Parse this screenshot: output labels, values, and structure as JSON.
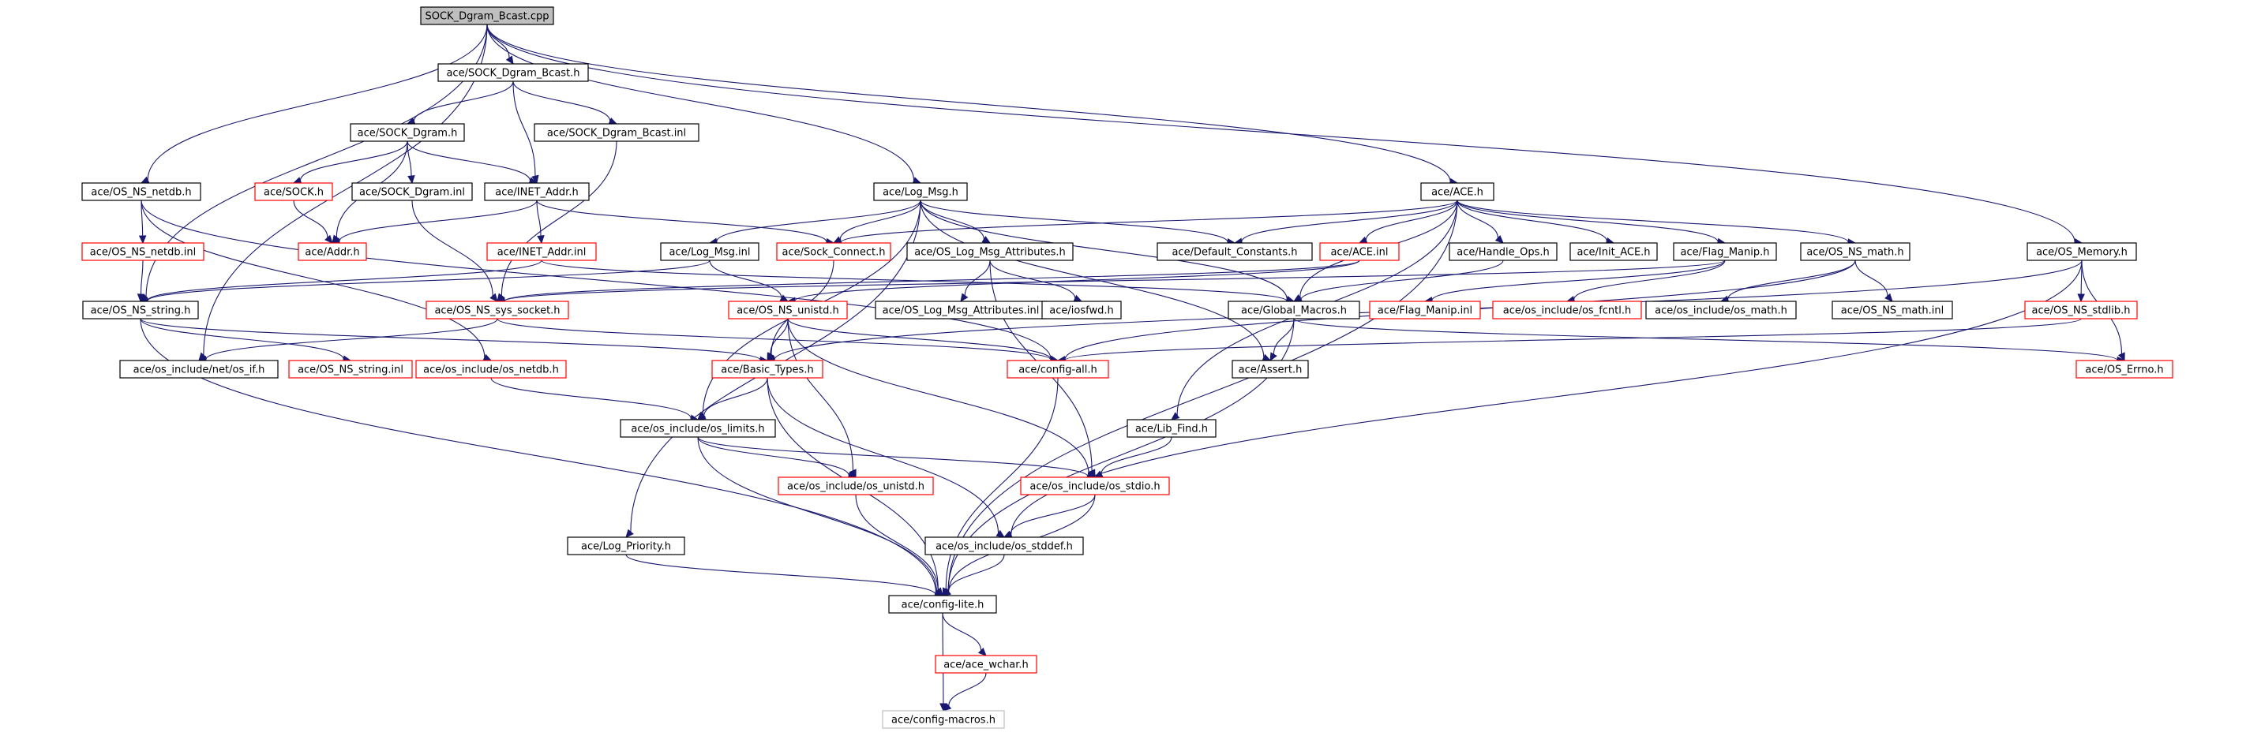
{
  "nodes": [
    {
      "id": "root",
      "label": "SOCK_Dgram_Bcast.cpp",
      "style": "root"
    },
    {
      "id": "bcast_h",
      "label": "ace/SOCK_Dgram_Bcast.h",
      "style": "normal"
    },
    {
      "id": "sock_dgram_h",
      "label": "ace/SOCK_Dgram.h",
      "style": "normal"
    },
    {
      "id": "bcast_inl",
      "label": "ace/SOCK_Dgram_Bcast.inl",
      "style": "normal"
    },
    {
      "id": "sock_h",
      "label": "ace/SOCK.h",
      "style": "red"
    },
    {
      "id": "sock_dgram_inl",
      "label": "ace/SOCK_Dgram.inl",
      "style": "normal"
    },
    {
      "id": "inet_addr_h",
      "label": "ace/INET_Addr.h",
      "style": "normal"
    },
    {
      "id": "os_ns_netdb_h",
      "label": "ace/OS_NS_netdb.h",
      "style": "normal"
    },
    {
      "id": "log_msg_h",
      "label": "ace/Log_Msg.h",
      "style": "normal"
    },
    {
      "id": "ace_h",
      "label": "ace/ACE.h",
      "style": "normal"
    },
    {
      "id": "addr_h",
      "label": "ace/Addr.h",
      "style": "red"
    },
    {
      "id": "os_ns_netdb_inl",
      "label": "ace/OS_NS_netdb.inl",
      "style": "red"
    },
    {
      "id": "inet_addr_inl",
      "label": "ace/INET_Addr.inl",
      "style": "red"
    },
    {
      "id": "log_msg_inl",
      "label": "ace/Log_Msg.inl",
      "style": "normal"
    },
    {
      "id": "sock_connect_h",
      "label": "ace/Sock_Connect.h",
      "style": "red"
    },
    {
      "id": "os_log_msg_attr_h",
      "label": "ace/OS_Log_Msg_Attributes.h",
      "style": "normal"
    },
    {
      "id": "default_constants_h",
      "label": "ace/Default_Constants.h",
      "style": "normal"
    },
    {
      "id": "ace_inl",
      "label": "ace/ACE.inl",
      "style": "red"
    },
    {
      "id": "handle_ops_h",
      "label": "ace/Handle_Ops.h",
      "style": "normal"
    },
    {
      "id": "init_ace_h",
      "label": "ace/Init_ACE.h",
      "style": "normal"
    },
    {
      "id": "flag_manip_h",
      "label": "ace/Flag_Manip.h",
      "style": "normal"
    },
    {
      "id": "os_ns_math_h",
      "label": "ace/OS_NS_math.h",
      "style": "normal"
    },
    {
      "id": "os_memory_h",
      "label": "ace/OS_Memory.h",
      "style": "normal"
    },
    {
      "id": "os_ns_string_h",
      "label": "ace/OS_NS_string.h",
      "style": "normal"
    },
    {
      "id": "os_ns_sys_socket_h",
      "label": "ace/OS_NS_sys_socket.h",
      "style": "red"
    },
    {
      "id": "os_ns_unistd_h",
      "label": "ace/OS_NS_unistd.h",
      "style": "red"
    },
    {
      "id": "os_log_msg_attr_inl",
      "label": "ace/OS_Log_Msg_Attributes.inl",
      "style": "normal"
    },
    {
      "id": "iosfwd_h",
      "label": "ace/iosfwd.h",
      "style": "normal"
    },
    {
      "id": "global_macros_h",
      "label": "ace/Global_Macros.h",
      "style": "normal"
    },
    {
      "id": "flag_manip_inl",
      "label": "ace/Flag_Manip.inl",
      "style": "red"
    },
    {
      "id": "os_fcntl_h",
      "label": "ace/os_include/os_fcntl.h",
      "style": "red"
    },
    {
      "id": "os_math_h",
      "label": "ace/os_include/os_math.h",
      "style": "normal"
    },
    {
      "id": "os_ns_math_inl",
      "label": "ace/OS_NS_math.inl",
      "style": "normal"
    },
    {
      "id": "os_ns_stdlib_h",
      "label": "ace/OS_NS_stdlib.h",
      "style": "red"
    },
    {
      "id": "net_os_if_h",
      "label": "ace/os_include/net/os_if.h",
      "style": "normal"
    },
    {
      "id": "os_ns_string_inl",
      "label": "ace/OS_NS_string.inl",
      "style": "red"
    },
    {
      "id": "os_netdb_h",
      "label": "ace/os_include/os_netdb.h",
      "style": "red"
    },
    {
      "id": "basic_types_h",
      "label": "ace/Basic_Types.h",
      "style": "red"
    },
    {
      "id": "config_all_h",
      "label": "ace/config-all.h",
      "style": "red"
    },
    {
      "id": "assert_h",
      "label": "ace/Assert.h",
      "style": "normal"
    },
    {
      "id": "os_errno_h",
      "label": "ace/OS_Errno.h",
      "style": "red"
    },
    {
      "id": "os_limits_h",
      "label": "ace/os_include/os_limits.h",
      "style": "normal"
    },
    {
      "id": "lib_find_h",
      "label": "ace/Lib_Find.h",
      "style": "normal"
    },
    {
      "id": "os_unistd_h",
      "label": "ace/os_include/os_unistd.h",
      "style": "red"
    },
    {
      "id": "os_stdio_h",
      "label": "ace/os_include/os_stdio.h",
      "style": "red"
    },
    {
      "id": "log_priority_h",
      "label": "ace/Log_Priority.h",
      "style": "normal"
    },
    {
      "id": "os_stddef_h",
      "label": "ace/os_include/os_stddef.h",
      "style": "normal"
    },
    {
      "id": "config_lite_h",
      "label": "ace/config-lite.h",
      "style": "normal"
    },
    {
      "id": "ace_wchar_h",
      "label": "ace/ace_wchar.h",
      "style": "red"
    },
    {
      "id": "config_macros_h",
      "label": "ace/config-macros.h",
      "style": "grey"
    }
  ],
  "edges": [
    [
      "root",
      "bcast_h"
    ],
    [
      "root",
      "os_ns_netdb_h"
    ],
    [
      "root",
      "os_ns_string_h"
    ],
    [
      "root",
      "net_os_if_h"
    ],
    [
      "root",
      "log_msg_h"
    ],
    [
      "root",
      "ace_h"
    ],
    [
      "root",
      "os_memory_h"
    ],
    [
      "bcast_h",
      "sock_dgram_h"
    ],
    [
      "bcast_h",
      "inet_addr_h"
    ],
    [
      "bcast_h",
      "bcast_inl"
    ],
    [
      "sock_dgram_h",
      "sock_h"
    ],
    [
      "sock_dgram_h",
      "sock_dgram_inl"
    ],
    [
      "sock_dgram_h",
      "inet_addr_h"
    ],
    [
      "sock_dgram_h",
      "addr_h"
    ],
    [
      "sock_h",
      "addr_h"
    ],
    [
      "bcast_inl",
      "os_ns_sys_socket_h"
    ],
    [
      "sock_dgram_inl",
      "os_ns_sys_socket_h"
    ],
    [
      "inet_addr_h",
      "addr_h"
    ],
    [
      "inet_addr_h",
      "inet_addr_inl"
    ],
    [
      "inet_addr_h",
      "sock_connect_h"
    ],
    [
      "os_ns_netdb_h",
      "os_ns_netdb_inl"
    ],
    [
      "os_ns_netdb_h",
      "os_netdb_h"
    ],
    [
      "os_ns_netdb_h",
      "config_all_h"
    ],
    [
      "os_ns_netdb_inl",
      "os_ns_string_h"
    ],
    [
      "inet_addr_inl",
      "os_ns_string_h"
    ],
    [
      "inet_addr_inl",
      "global_macros_h"
    ],
    [
      "log_msg_h",
      "log_msg_inl"
    ],
    [
      "log_msg_h",
      "sock_connect_h"
    ],
    [
      "log_msg_h",
      "os_log_msg_attr_h"
    ],
    [
      "log_msg_h",
      "default_constants_h"
    ],
    [
      "log_msg_h",
      "global_macros_h"
    ],
    [
      "log_msg_h",
      "assert_h"
    ],
    [
      "log_msg_h",
      "os_limits_h"
    ],
    [
      "log_msg_h",
      "log_priority_h"
    ],
    [
      "log_msg_inl",
      "os_ns_unistd_h"
    ],
    [
      "log_msg_inl",
      "os_ns_string_h"
    ],
    [
      "sock_connect_h",
      "basic_types_h"
    ],
    [
      "os_log_msg_attr_h",
      "os_log_msg_attr_inl"
    ],
    [
      "os_log_msg_attr_h",
      "iosfwd_h"
    ],
    [
      "os_log_msg_attr_h",
      "os_stdio_h"
    ],
    [
      "ace_h",
      "sock_connect_h"
    ],
    [
      "ace_h",
      "default_constants_h"
    ],
    [
      "ace_h",
      "ace_inl"
    ],
    [
      "ace_h",
      "handle_ops_h"
    ],
    [
      "ace_h",
      "init_ace_h"
    ],
    [
      "ace_h",
      "flag_manip_h"
    ],
    [
      "ace_h",
      "os_ns_math_h"
    ],
    [
      "ace_h",
      "global_macros_h"
    ],
    [
      "ace_h",
      "lib_find_h"
    ],
    [
      "ace_h",
      "config_lite_h"
    ],
    [
      "ace_inl",
      "os_ns_unistd_h"
    ],
    [
      "ace_inl",
      "os_ns_sys_socket_h"
    ],
    [
      "handle_ops_h",
      "global_macros_h"
    ],
    [
      "flag_manip_h",
      "flag_manip_inl"
    ],
    [
      "flag_manip_h",
      "os_fcntl_h"
    ],
    [
      "flag_manip_h",
      "os_ns_sys_socket_h"
    ],
    [
      "os_ns_math_h",
      "os_math_h"
    ],
    [
      "os_ns_math_h",
      "os_ns_math_inl"
    ],
    [
      "os_ns_math_h",
      "config_all_h"
    ],
    [
      "os_memory_h",
      "os_ns_stdlib_h"
    ],
    [
      "os_memory_h",
      "os_errno_h"
    ],
    [
      "os_memory_h",
      "basic_types_h"
    ],
    [
      "os_memory_h",
      "os_stddef_h"
    ],
    [
      "os_ns_stdlib_h",
      "config_all_h"
    ],
    [
      "os_ns_string_h",
      "os_ns_string_inl"
    ],
    [
      "os_ns_string_h",
      "basic_types_h"
    ],
    [
      "os_ns_string_h",
      "config_lite_h"
    ],
    [
      "os_ns_sys_socket_h",
      "net_os_if_h"
    ],
    [
      "os_ns_sys_socket_h",
      "config_all_h"
    ],
    [
      "os_ns_unistd_h",
      "basic_types_h"
    ],
    [
      "os_ns_unistd_h",
      "os_unistd_h"
    ],
    [
      "os_ns_unistd_h",
      "os_stdio_h"
    ],
    [
      "os_ns_unistd_h",
      "config_all_h"
    ],
    [
      "global_macros_h",
      "assert_h"
    ],
    [
      "global_macros_h",
      "config_lite_h"
    ],
    [
      "global_macros_h",
      "os_errno_h"
    ],
    [
      "os_netdb_h",
      "os_limits_h"
    ],
    [
      "basic_types_h",
      "os_limits_h"
    ],
    [
      "basic_types_h",
      "config_lite_h"
    ],
    [
      "basic_types_h",
      "os_stddef_h"
    ],
    [
      "config_all_h",
      "config_lite_h"
    ],
    [
      "os_limits_h",
      "os_unistd_h"
    ],
    [
      "os_limits_h",
      "os_stdio_h"
    ],
    [
      "os_limits_h",
      "config_lite_h"
    ],
    [
      "lib_find_h",
      "os_stdio_h"
    ],
    [
      "os_unistd_h",
      "config_lite_h"
    ],
    [
      "os_stdio_h",
      "os_stddef_h"
    ],
    [
      "os_stdio_h",
      "config_lite_h"
    ],
    [
      "log_priority_h",
      "config_lite_h"
    ],
    [
      "os_stddef_h",
      "config_lite_h"
    ],
    [
      "config_lite_h",
      "ace_wchar_h"
    ],
    [
      "config_lite_h",
      "config_macros_h"
    ],
    [
      "ace_wchar_h",
      "config_macros_h"
    ]
  ]
}
